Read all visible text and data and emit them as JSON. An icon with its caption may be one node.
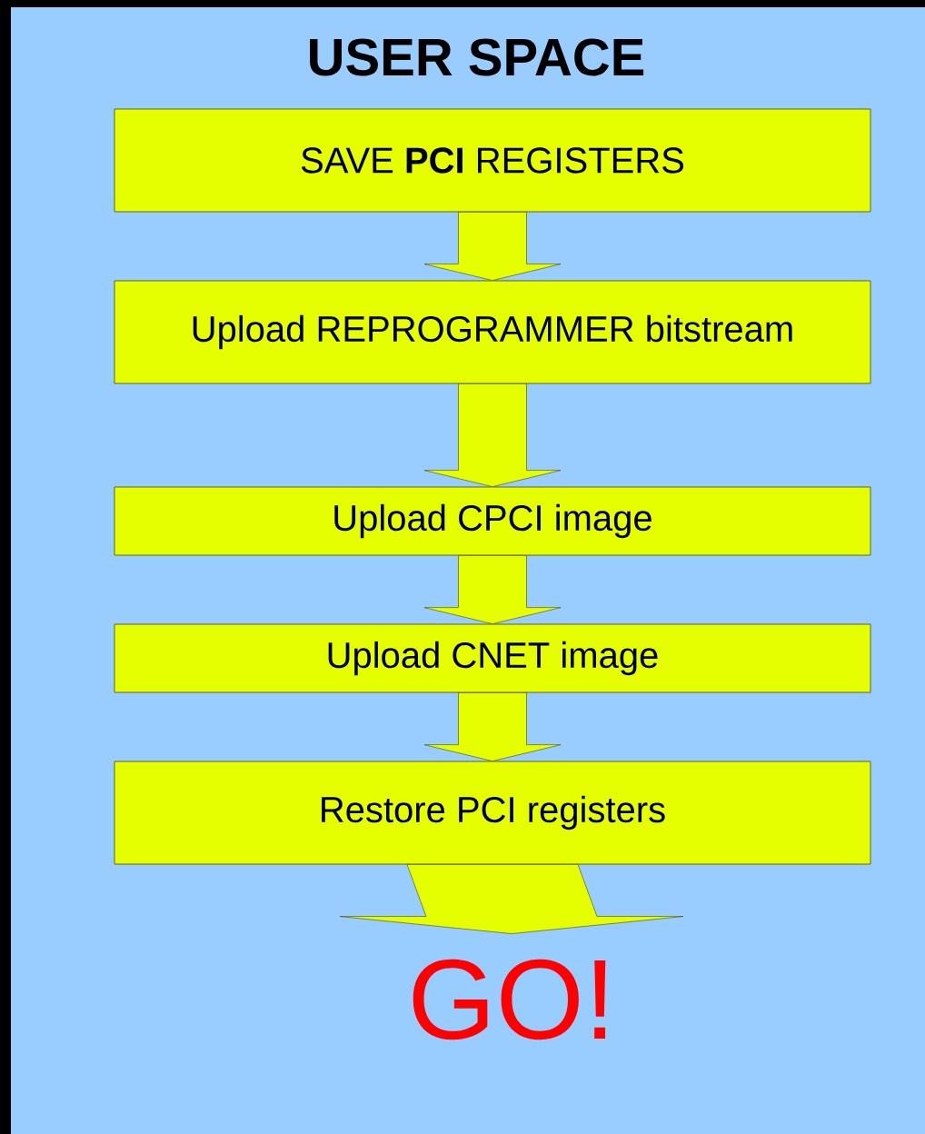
{
  "diagram": {
    "title": "USER SPACE",
    "nodes": [
      {
        "text": [
          "SAVE **PCI** REGISTERS"
        ]
      },
      {
        "text": [
          "Upload REPROGRAMMER bitstream"
        ]
      },
      {
        "text": [
          "Upload CPCI image"
        ]
      },
      {
        "text": [
          "Upload CNET image"
        ]
      },
      {
        "text": [
          "Restore PCI registers"
        ]
      },
      {
        "text": [
          "GO!"
        ]
      }
    ],
    "edges": [
      {
        "from": 0,
        "to": 1,
        "arrow": "to"
      },
      {
        "from": 1,
        "to": 2,
        "arrow": "to"
      },
      {
        "from": 2,
        "to": 3,
        "arrow": "to"
      },
      {
        "from": 3,
        "to": 4,
        "arrow": "to"
      },
      {
        "from": 4,
        "to": 5,
        "arrow": "to",
        "style": "thick"
      }
    ]
  }
}
